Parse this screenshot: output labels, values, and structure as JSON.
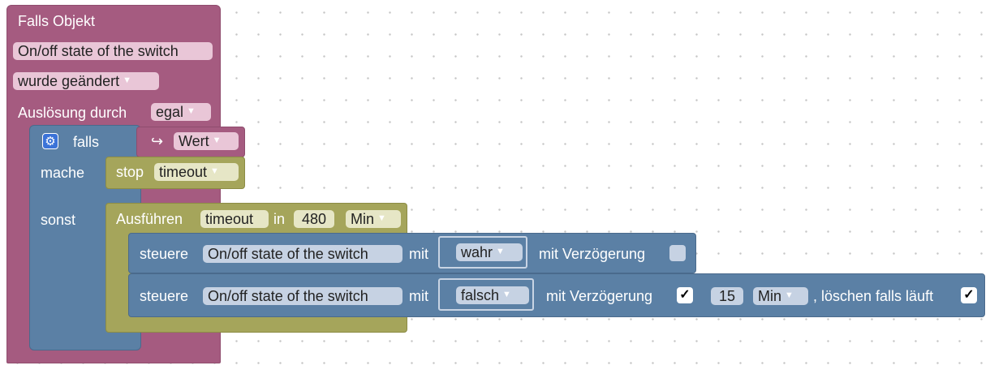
{
  "trigger_block": {
    "title": "Falls Objekt",
    "object": "On/off state of the switch",
    "condition": "wurde geändert",
    "trigger_label": "Auslösung durch",
    "trigger_value": "egal"
  },
  "if_block": {
    "if_label": "falls",
    "value_arrow": "↪",
    "value_field": "Wert",
    "do_label": "mache",
    "else_label": "sonst"
  },
  "stop_block": {
    "label": "stop",
    "value": "timeout"
  },
  "timeout_block": {
    "label": "Ausführen",
    "name": "timeout",
    "in_label": "in",
    "amount": "480",
    "unit": "Min"
  },
  "control_1": {
    "label": "steuere",
    "object": "On/off state of the switch",
    "with_label": "mit",
    "value": "wahr",
    "delay_label": "mit Verzögerung",
    "delay_checked": false
  },
  "control_2": {
    "label": "steuere",
    "object": "On/off state of the switch",
    "with_label": "mit",
    "value": "falsch",
    "delay_label": "mit Verzögerung",
    "delay_checked": true,
    "check_mark": "✓",
    "delay_amount": "15",
    "delay_unit": "Min",
    "clear_label": ", löschen falls läuft",
    "clear_checked": true
  },
  "icons": {
    "dropdown_arrow": "▼",
    "gear": "⚙"
  },
  "colors": {
    "event_block": "#a55b80",
    "logic_block": "#5b80a5",
    "timer_block": "#a5a55b",
    "workspace": "#ffffff"
  }
}
